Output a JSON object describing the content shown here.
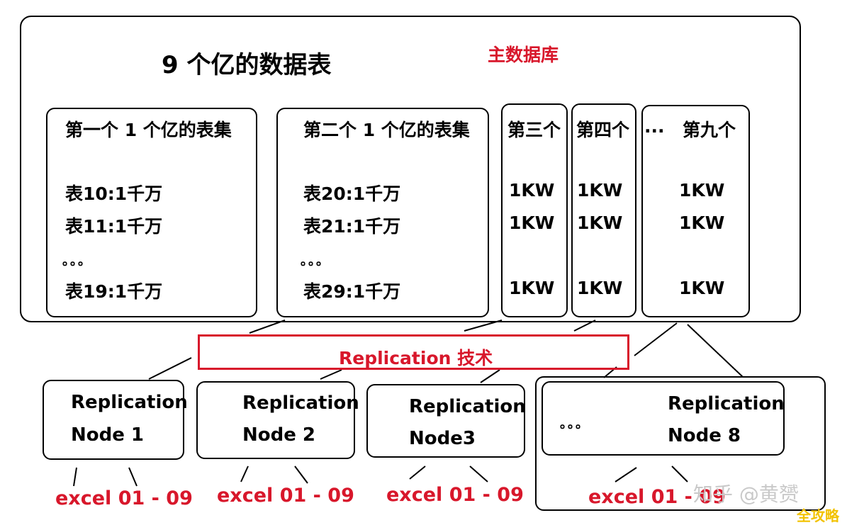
{
  "main_db": {
    "title": "9 个亿的数据表",
    "label": "主数据库"
  },
  "groups": [
    {
      "header": "第一个 1 个亿的表集",
      "rows": [
        "表10:1千万",
        "表11:1千万",
        "。。。",
        "表19:1千万"
      ]
    },
    {
      "header": "第二个 1 个亿的表集",
      "rows": [
        "表20:1千万",
        "表21:1千万",
        "。。。",
        "表29:1千万"
      ]
    },
    {
      "header": "第三个",
      "rows": [
        "1KW",
        "1KW",
        "1KW"
      ]
    },
    {
      "header": "第四个",
      "rows": [
        "1KW",
        "1KW",
        "1KW"
      ]
    },
    {
      "header_ellipsis": "...",
      "header": "第九个",
      "rows": [
        "1KW",
        "1KW",
        "1KW"
      ]
    }
  ],
  "replication": {
    "label": "Replication 技术"
  },
  "nodes": [
    {
      "line1": "Replication",
      "line2": "Node 1",
      "excel": "excel 01 - 09"
    },
    {
      "line1": "Replication",
      "line2": "Node 2",
      "excel": "excel 01 - 09"
    },
    {
      "line1": "Replication",
      "line2": "Node3",
      "excel": "excel 01 - 09"
    },
    {
      "ellipsis": "。。。",
      "line1": "Replication",
      "line2": "Node 8",
      "excel": "excel 01 - 09"
    }
  ],
  "watermark": {
    "text": "知乎 @黄赟",
    "brand": "全攻略"
  },
  "colors": {
    "accent": "#d8172b",
    "outline": "#000000",
    "watermark": "#c9c9c9",
    "brand": "#f2c200"
  }
}
